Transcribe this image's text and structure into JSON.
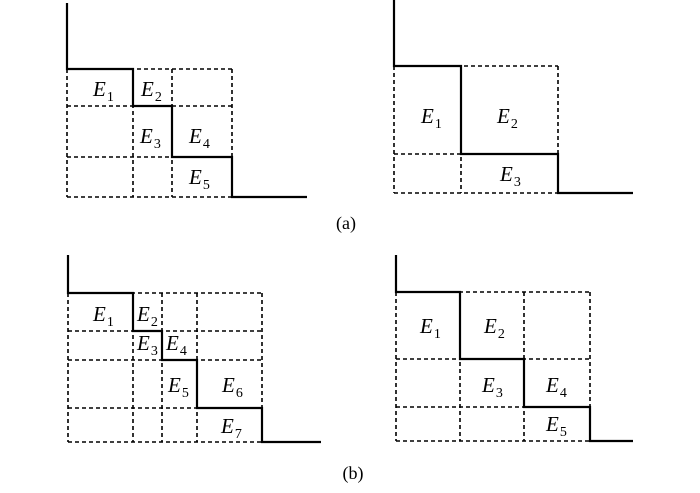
{
  "captions": {
    "a": "(a)",
    "b": "(b)"
  },
  "panels": [
    {
      "id": "a-left",
      "labels": [
        {
          "letter": "E",
          "sub": "1"
        },
        {
          "letter": "E",
          "sub": "2"
        },
        {
          "letter": "E",
          "sub": "3"
        },
        {
          "letter": "E",
          "sub": "4"
        },
        {
          "letter": "E",
          "sub": "5"
        }
      ]
    },
    {
      "id": "a-right",
      "labels": [
        {
          "letter": "E",
          "sub": "1"
        },
        {
          "letter": "E",
          "sub": "2"
        },
        {
          "letter": "E",
          "sub": "3"
        }
      ]
    },
    {
      "id": "b-left",
      "labels": [
        {
          "letter": "E",
          "sub": "1"
        },
        {
          "letter": "E",
          "sub": "2"
        },
        {
          "letter": "E",
          "sub": "3"
        },
        {
          "letter": "E",
          "sub": "4"
        },
        {
          "letter": "E",
          "sub": "5"
        },
        {
          "letter": "E",
          "sub": "6"
        },
        {
          "letter": "E",
          "sub": "7"
        }
      ]
    },
    {
      "id": "b-right",
      "labels": [
        {
          "letter": "E",
          "sub": "1"
        },
        {
          "letter": "E",
          "sub": "2"
        },
        {
          "letter": "E",
          "sub": "3"
        },
        {
          "letter": "E",
          "sub": "4"
        },
        {
          "letter": "E",
          "sub": "5"
        }
      ]
    }
  ]
}
